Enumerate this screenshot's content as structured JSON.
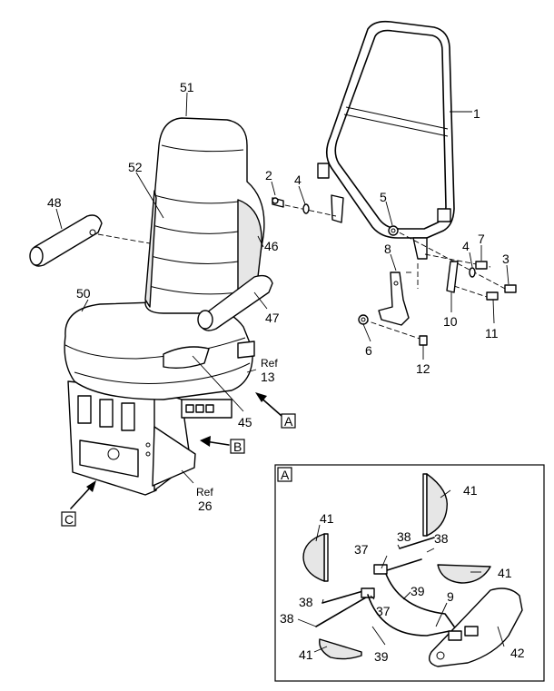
{
  "callouts": {
    "c1": "1",
    "c2": "2",
    "c3": "3",
    "c4a": "4",
    "c4b": "4",
    "c5": "5",
    "c6": "6",
    "c7": "7",
    "c8": "8",
    "c9": "9",
    "c10": "10",
    "c11": "11",
    "c12": "12",
    "c13": "13",
    "c26": "26",
    "c37a": "37",
    "c37b": "37",
    "c38a": "38",
    "c38b": "38",
    "c38c": "38",
    "c38d": "38",
    "c39a": "39",
    "c39b": "39",
    "c41a": "41",
    "c41b": "41",
    "c41c": "41",
    "c41d": "41",
    "c42": "42",
    "c45": "45",
    "c46": "46",
    "c47": "47",
    "c48": "48",
    "c50": "50",
    "c51": "51",
    "c52": "52"
  },
  "ref_label": "Ref",
  "views": {
    "a": "A",
    "b": "B",
    "c": "C"
  },
  "detail_box_label": "A"
}
